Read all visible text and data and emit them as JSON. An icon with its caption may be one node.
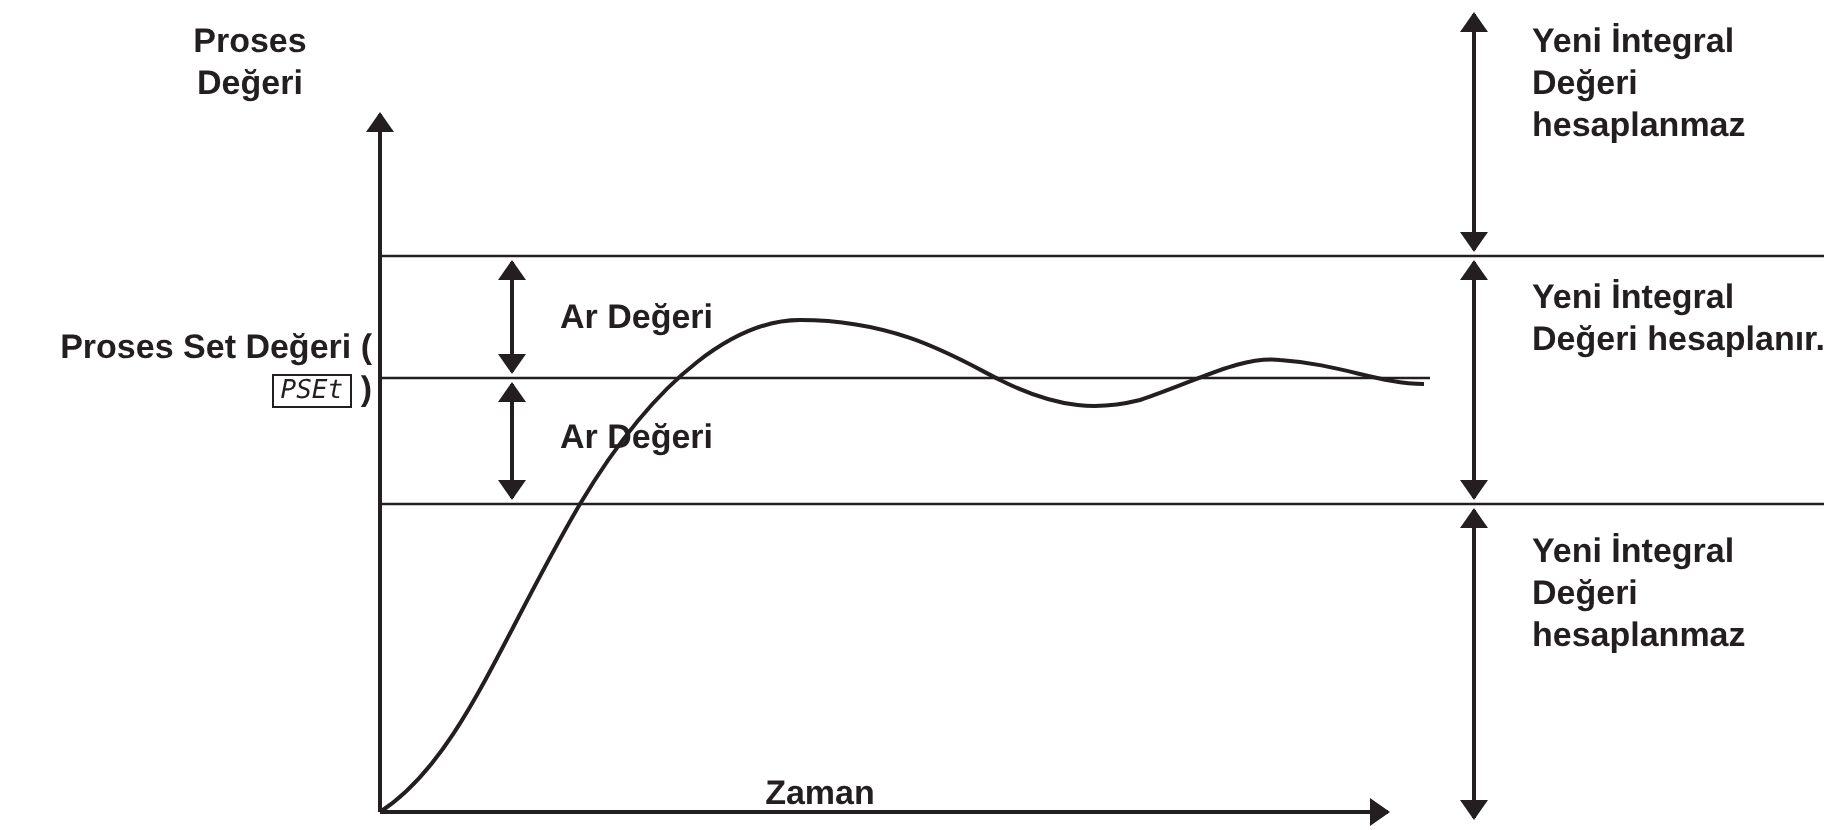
{
  "diagram": {
    "labels": [
      "Proses Değeri",
      "Proses Set Değeri (",
      "PSEt",
      ")",
      "Ar Değeri",
      "Ar Değeri",
      "Zaman",
      "Yeni İntegral Değeri hesaplanmaz",
      "Yeni İntegral Değeri hesaplanır.",
      "Yeni İntegral Değeri hesaplanmaz"
    ]
  }
}
